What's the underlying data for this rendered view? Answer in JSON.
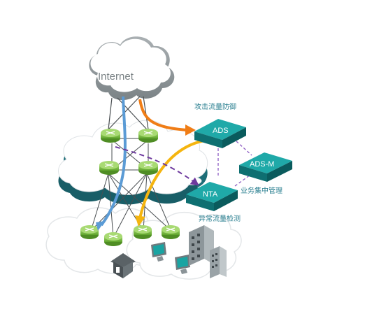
{
  "labels": {
    "internet": "Internet",
    "attack_defense": "攻击流量防御",
    "ads": "ADS",
    "ads_m": "ADS-M",
    "nta": "NTA",
    "business_management": "业务集中管理",
    "anomaly_detection": "异常流量检测"
  },
  "colors": {
    "cloud_gray": "#8d9497",
    "core_cloud_top": "#ffffff",
    "core_cloud_side": "#1d6e78",
    "router_green": "#7cc242",
    "device_teal": "#0f8a8c",
    "orange_flow": "#f07d16",
    "yellow_flow": "#f5b50f",
    "blue_flow": "#5b9bd5",
    "purple_dashed": "#6e3a9e",
    "label_teal": "#2a7f90"
  },
  "icons": [
    "house-icon",
    "monitor-icon",
    "building-icon",
    "router-icon",
    "cloud-icon"
  ]
}
